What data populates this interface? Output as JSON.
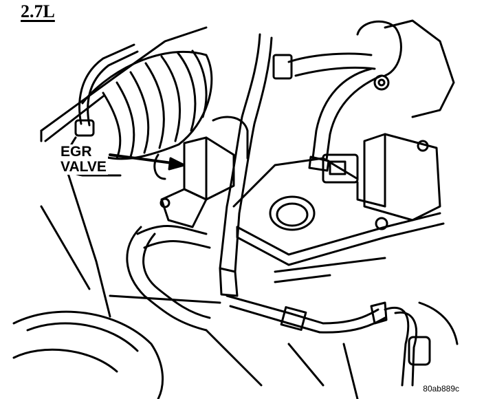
{
  "title": "2.7L",
  "callouts": [
    {
      "line1": "EGR",
      "line2": "VALVE"
    }
  ],
  "figure_ref": "80ab889c"
}
